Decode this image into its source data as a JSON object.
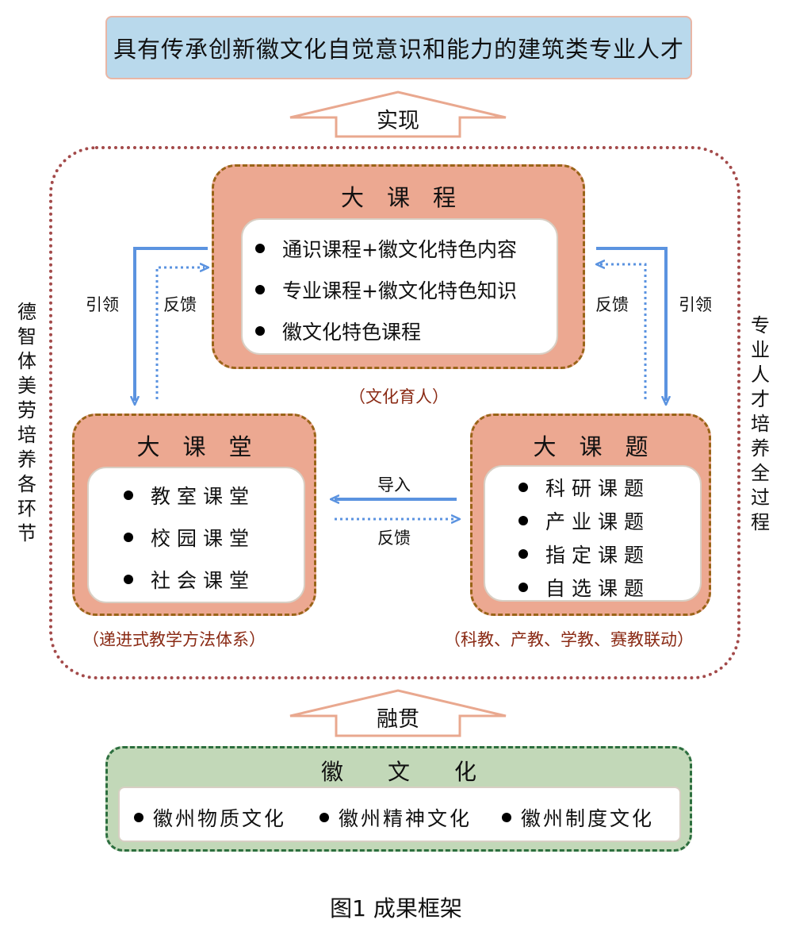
{
  "goal": "具有传承创新徽文化自觉意识和能力的建筑类专业人才",
  "arrow_top_label": "实现",
  "arrow_bottom_label": "融贯",
  "left_side_text": "德智体美劳培养各环节",
  "right_side_text": "专业人才培养全过程",
  "course": {
    "title": "大　课　程",
    "items": [
      "通识课程+徽文化特色内容",
      "专业课程+徽文化特色知识",
      "徽文化特色课程"
    ],
    "caption": "（文化育人）"
  },
  "classroom": {
    "title": "大　课　堂",
    "items": [
      "教室课堂",
      "校园课堂",
      "社会课堂"
    ],
    "caption": "（递进式教学方法体系）"
  },
  "topic": {
    "title": "大　课　题",
    "items": [
      "科研课题",
      "产业课题",
      "指定课题",
      "自选课题"
    ],
    "caption": "（科教、产教、学教、赛教联动）"
  },
  "links": {
    "lead": "引领",
    "feedback": "反馈",
    "import": "导入"
  },
  "culture": {
    "title": "徽　　文　　化",
    "items": [
      "徽州物质文化",
      "徽州精神文化",
      "徽州制度文化"
    ]
  },
  "figure_caption": "图1  成果框架",
  "colors": {
    "goal_fill": "#b9d9ec",
    "box_fill": "#eca891",
    "box_border": "#9a6418",
    "outer_border": "#a34a4a",
    "arrow_blue": "#5b93e0",
    "culture_fill": "#c2d8b8",
    "culture_border": "#2d6f3f",
    "caption_text": "#8a2a14"
  }
}
